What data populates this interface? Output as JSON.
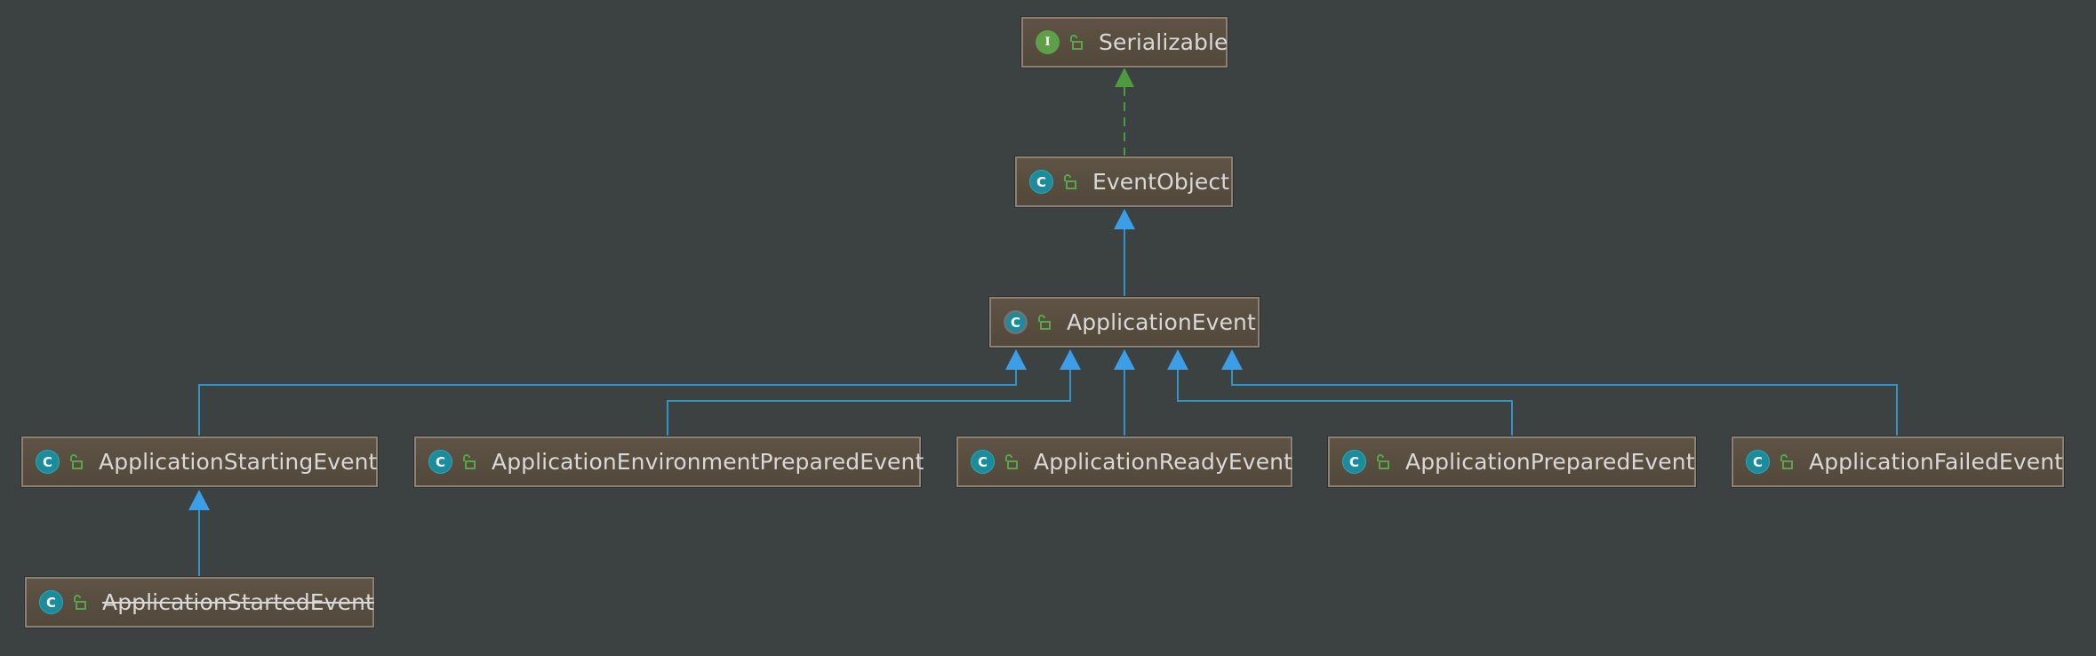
{
  "diagram": {
    "nodes": [
      {
        "id": "serializable",
        "name": "Serializable",
        "kind": "interface",
        "kind_letter": "I",
        "deprecated": false
      },
      {
        "id": "eventobject",
        "name": "EventObject",
        "kind": "class",
        "kind_letter": "C",
        "deprecated": false
      },
      {
        "id": "applicationevent",
        "name": "ApplicationEvent",
        "kind": "abstract",
        "kind_letter": "C",
        "deprecated": false
      },
      {
        "id": "startingevent",
        "name": "ApplicationStartingEvent",
        "kind": "class",
        "kind_letter": "C",
        "deprecated": false
      },
      {
        "id": "envpreparedevent",
        "name": "ApplicationEnvironmentPreparedEvent",
        "kind": "class",
        "kind_letter": "C",
        "deprecated": false
      },
      {
        "id": "readyevent",
        "name": "ApplicationReadyEvent",
        "kind": "class",
        "kind_letter": "C",
        "deprecated": false
      },
      {
        "id": "preparedevent",
        "name": "ApplicationPreparedEvent",
        "kind": "class",
        "kind_letter": "C",
        "deprecated": false
      },
      {
        "id": "failedevent",
        "name": "ApplicationFailedEvent",
        "kind": "class",
        "kind_letter": "C",
        "deprecated": false
      },
      {
        "id": "startedevent",
        "name": "ApplicationStartedEvent",
        "kind": "class",
        "kind_letter": "C",
        "deprecated": true
      }
    ],
    "edges": [
      {
        "from": "eventobject",
        "to": "serializable",
        "type": "implements"
      },
      {
        "from": "applicationevent",
        "to": "eventobject",
        "type": "extends"
      },
      {
        "from": "startingevent",
        "to": "applicationevent",
        "type": "extends"
      },
      {
        "from": "envpreparedevent",
        "to": "applicationevent",
        "type": "extends"
      },
      {
        "from": "readyevent",
        "to": "applicationevent",
        "type": "extends"
      },
      {
        "from": "preparedevent",
        "to": "applicationevent",
        "type": "extends"
      },
      {
        "from": "failedevent",
        "to": "applicationevent",
        "type": "extends"
      },
      {
        "from": "startedevent",
        "to": "startingevent",
        "type": "extends"
      }
    ],
    "colors": {
      "background": "#3c4142",
      "node_fill": "#5a4f41",
      "node_border": "#8a8174",
      "label_text": "#d8d8d8",
      "extends_line": "#3592c4",
      "extends_arrow": "#3d9ee8",
      "implements_line": "#4e9a3f",
      "class_icon": "#1c8c9c",
      "interface_icon": "#5f9f49",
      "visibility_icon": "#57a64a"
    },
    "icons": {
      "class": "class-c-icon",
      "abstract": "abstract-class-icon",
      "interface": "interface-i-icon",
      "visibility": "public-unlock-icon"
    }
  }
}
